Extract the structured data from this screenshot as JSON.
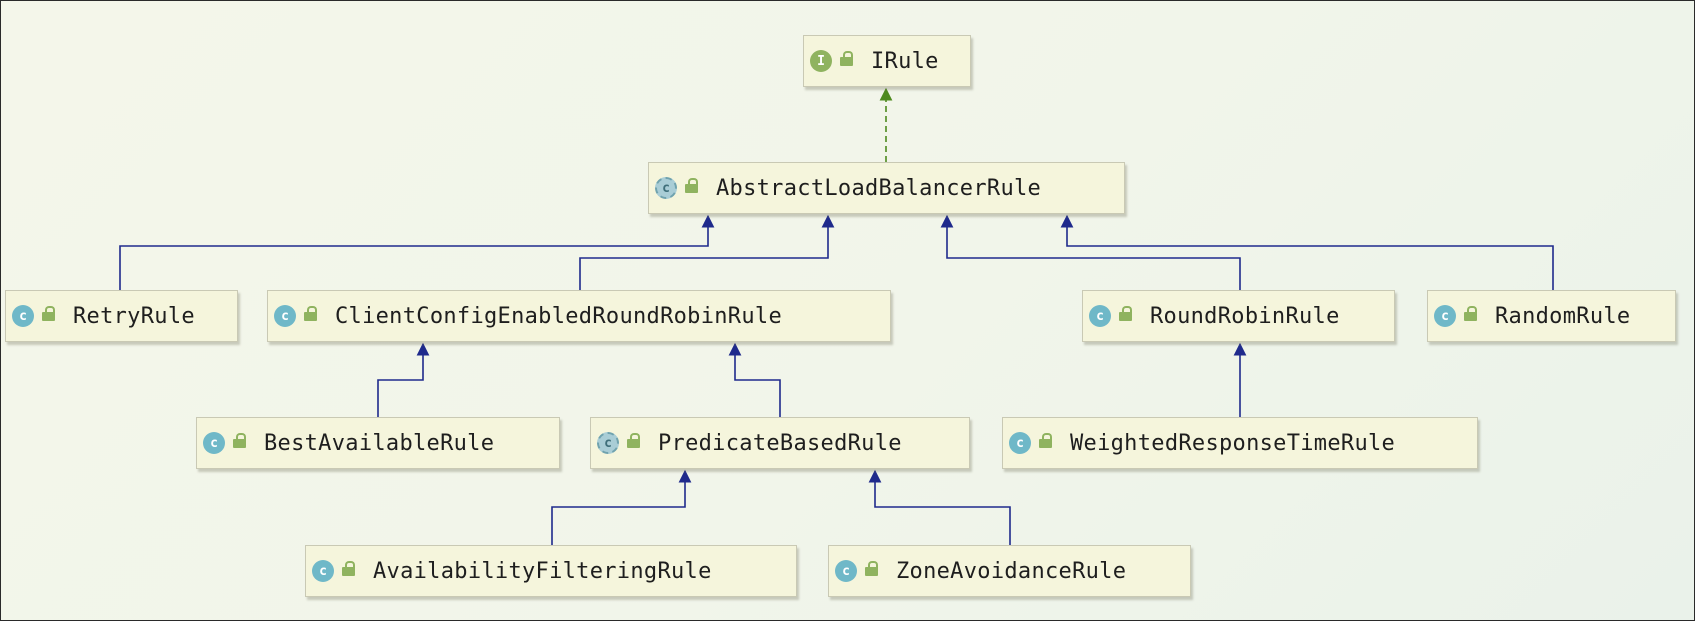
{
  "diagram": {
    "nodes": [
      {
        "id": "IRule",
        "label": "IRule",
        "kind": "interface"
      },
      {
        "id": "AbstractLoadBalancerRule",
        "label": "AbstractLoadBalancerRule",
        "kind": "abstract"
      },
      {
        "id": "RetryRule",
        "label": "RetryRule",
        "kind": "class"
      },
      {
        "id": "ClientConfigEnabledRoundRobinRule",
        "label": "ClientConfigEnabledRoundRobinRule",
        "kind": "class"
      },
      {
        "id": "RoundRobinRule",
        "label": "RoundRobinRule",
        "kind": "class"
      },
      {
        "id": "RandomRule",
        "label": "RandomRule",
        "kind": "class"
      },
      {
        "id": "BestAvailableRule",
        "label": "BestAvailableRule",
        "kind": "class"
      },
      {
        "id": "PredicateBasedRule",
        "label": "PredicateBasedRule",
        "kind": "abstract"
      },
      {
        "id": "WeightedResponseTimeRule",
        "label": "WeightedResponseTimeRule",
        "kind": "class"
      },
      {
        "id": "AvailabilityFilteringRule",
        "label": "AvailabilityFilteringRule",
        "kind": "class"
      },
      {
        "id": "ZoneAvoidanceRule",
        "label": "ZoneAvoidanceRule",
        "kind": "class"
      }
    ],
    "edges": [
      {
        "from": "AbstractLoadBalancerRule",
        "to": "IRule",
        "type": "implements"
      },
      {
        "from": "RetryRule",
        "to": "AbstractLoadBalancerRule",
        "type": "extends"
      },
      {
        "from": "ClientConfigEnabledRoundRobinRule",
        "to": "AbstractLoadBalancerRule",
        "type": "extends"
      },
      {
        "from": "RoundRobinRule",
        "to": "AbstractLoadBalancerRule",
        "type": "extends"
      },
      {
        "from": "RandomRule",
        "to": "AbstractLoadBalancerRule",
        "type": "extends"
      },
      {
        "from": "BestAvailableRule",
        "to": "ClientConfigEnabledRoundRobinRule",
        "type": "extends"
      },
      {
        "from": "PredicateBasedRule",
        "to": "ClientConfigEnabledRoundRobinRule",
        "type": "extends"
      },
      {
        "from": "WeightedResponseTimeRule",
        "to": "RoundRobinRule",
        "type": "extends"
      },
      {
        "from": "AvailabilityFilteringRule",
        "to": "PredicateBasedRule",
        "type": "extends"
      },
      {
        "from": "ZoneAvoidanceRule",
        "to": "PredicateBasedRule",
        "type": "extends"
      }
    ],
    "colors": {
      "extends_line": "#1f2a8c",
      "implements_line": "#4e8a1e",
      "node_fill": "#f5f5dc",
      "class_badge": "#6fb8c8",
      "interface_badge": "#8fb35f"
    }
  }
}
